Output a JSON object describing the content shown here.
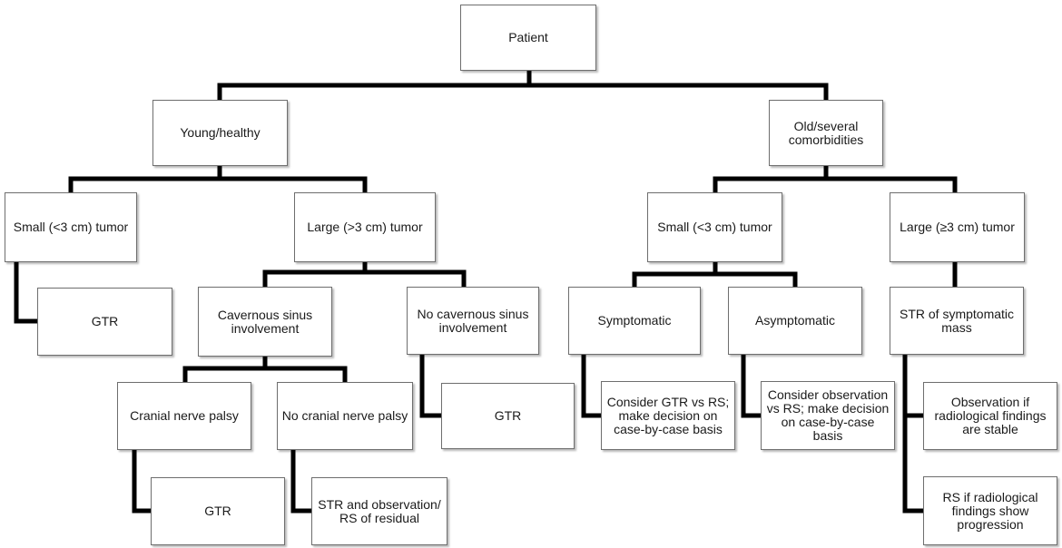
{
  "diagram": {
    "type": "decision-tree",
    "nodes": {
      "patient": "Patient",
      "young_healthy": "Young/healthy",
      "old_comorbid": "Old/several\ncomorbidities",
      "young_small": "Small (<3 cm) tumor",
      "young_large": "Large (>3 cm) tumor",
      "young_small_gtr": "GTR",
      "cavernous": "Cavernous sinus\ninvolvement",
      "no_cavernous": "No cavernous sinus\ninvolvement",
      "no_cavernous_gtr": "GTR",
      "cranial_palsy": "Cranial nerve palsy",
      "no_cranial_palsy": "No cranial nerve palsy",
      "cranial_palsy_gtr": "GTR",
      "str_observation": "STR and observation/\nRS of residual",
      "old_small": "Small (<3 cm) tumor",
      "old_large": "Large (≥3 cm) tumor",
      "symptomatic": "Symptomatic",
      "asymptomatic": "Asymptomatic",
      "consider_gtr_rs": "Consider GTR vs RS;\nmake decision on\ncase-by-case basis",
      "consider_observation": "Consider observation\nvs RS; make decision\non case-by-case basis",
      "str_symptomatic": "STR of symptomatic\nmass",
      "observation_stable": "Observation if\nradiological findings\nare stable",
      "rs_progression": "RS if radiological\nfindings show\nprogression"
    },
    "edges": [
      [
        "patient",
        "young_healthy"
      ],
      [
        "patient",
        "old_comorbid"
      ],
      [
        "young_healthy",
        "young_small"
      ],
      [
        "young_healthy",
        "young_large"
      ],
      [
        "young_small",
        "young_small_gtr"
      ],
      [
        "young_large",
        "cavernous"
      ],
      [
        "young_large",
        "no_cavernous"
      ],
      [
        "cavernous",
        "cranial_palsy"
      ],
      [
        "cavernous",
        "no_cranial_palsy"
      ],
      [
        "cranial_palsy",
        "cranial_palsy_gtr"
      ],
      [
        "no_cranial_palsy",
        "str_observation"
      ],
      [
        "no_cavernous",
        "no_cavernous_gtr"
      ],
      [
        "old_comorbid",
        "old_small"
      ],
      [
        "old_comorbid",
        "old_large"
      ],
      [
        "old_small",
        "symptomatic"
      ],
      [
        "old_small",
        "asymptomatic"
      ],
      [
        "symptomatic",
        "consider_gtr_rs"
      ],
      [
        "asymptomatic",
        "consider_observation"
      ],
      [
        "old_large",
        "str_symptomatic"
      ],
      [
        "str_symptomatic",
        "observation_stable"
      ],
      [
        "str_symptomatic",
        "rs_progression"
      ]
    ]
  }
}
